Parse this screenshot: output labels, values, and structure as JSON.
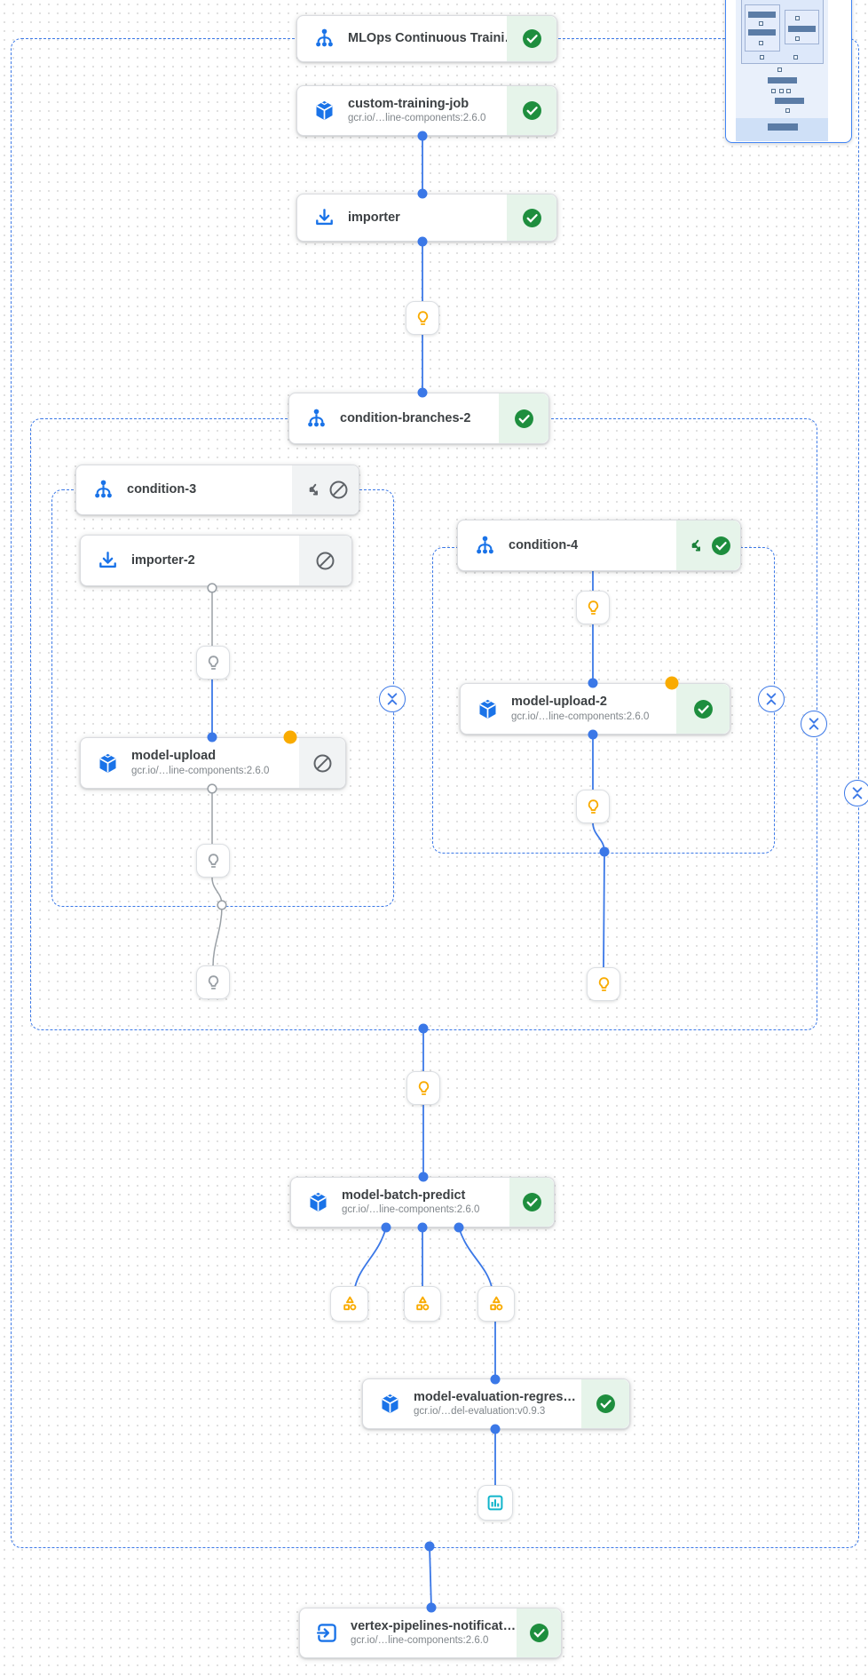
{
  "pipeline": {
    "nodes": {
      "mlops": {
        "title": "MLOps Continuous Traini…",
        "status": "succeeded",
        "icon": "condition-branch"
      },
      "custom_training_job": {
        "title": "custom-training-job",
        "subtitle": "gcr.io/…line-components:2.6.0",
        "status": "succeeded",
        "icon": "cube"
      },
      "importer": {
        "title": "importer",
        "status": "succeeded",
        "icon": "import-download"
      },
      "condition_branches_2": {
        "title": "condition-branches-2",
        "status": "succeeded",
        "icon": "condition-branch"
      },
      "condition_3": {
        "title": "condition-3",
        "status": "skipped",
        "icon": "condition-branch"
      },
      "importer_2": {
        "title": "importer-2",
        "status": "skipped",
        "icon": "import-download"
      },
      "model_upload": {
        "title": "model-upload",
        "subtitle": "gcr.io/…line-components:2.6.0",
        "status": "skipped",
        "icon": "cube",
        "cache_dot": true
      },
      "condition_4": {
        "title": "condition-4",
        "status": "succeeded",
        "icon": "condition-branch"
      },
      "model_upload_2": {
        "title": "model-upload-2",
        "subtitle": "gcr.io/…line-components:2.6.0",
        "status": "succeeded",
        "icon": "cube",
        "cache_dot": true
      },
      "model_batch_predict": {
        "title": "model-batch-predict",
        "subtitle": "gcr.io/…line-components:2.6.0",
        "status": "succeeded",
        "icon": "cube"
      },
      "model_evaluation_regression": {
        "title": "model-evaluation-regres…",
        "subtitle": "gcr.io/…del-evaluation:v0.9.3",
        "status": "succeeded",
        "icon": "cube"
      },
      "vertex_pipelines_notification": {
        "title": "vertex-pipelines-notificat…",
        "subtitle": "gcr.io/…line-components:2.6.0",
        "status": "succeeded",
        "icon": "exit-to-app"
      }
    },
    "artifact_nodes": {
      "parameter_lightbulbs_executed": 5,
      "parameter_lightbulbs_skipped": 3,
      "system_artifacts": 3,
      "metrics_artifact": 1
    },
    "colors": {
      "edge_blue": "#3b78e7",
      "edge_gray": "#9aa0a6",
      "group_border": "#3b78e7",
      "success_green": "#1e8e3e",
      "success_bg": "#e6f4ea",
      "skipped_bg": "#f1f3f4",
      "skipped_gray": "#5f6368",
      "icon_blue": "#1a73e8",
      "artifact_yellow": "#f9ab00",
      "metrics_teal": "#12b5cb",
      "node_border": "#dadce0"
    }
  },
  "minimap": {
    "present": true
  }
}
